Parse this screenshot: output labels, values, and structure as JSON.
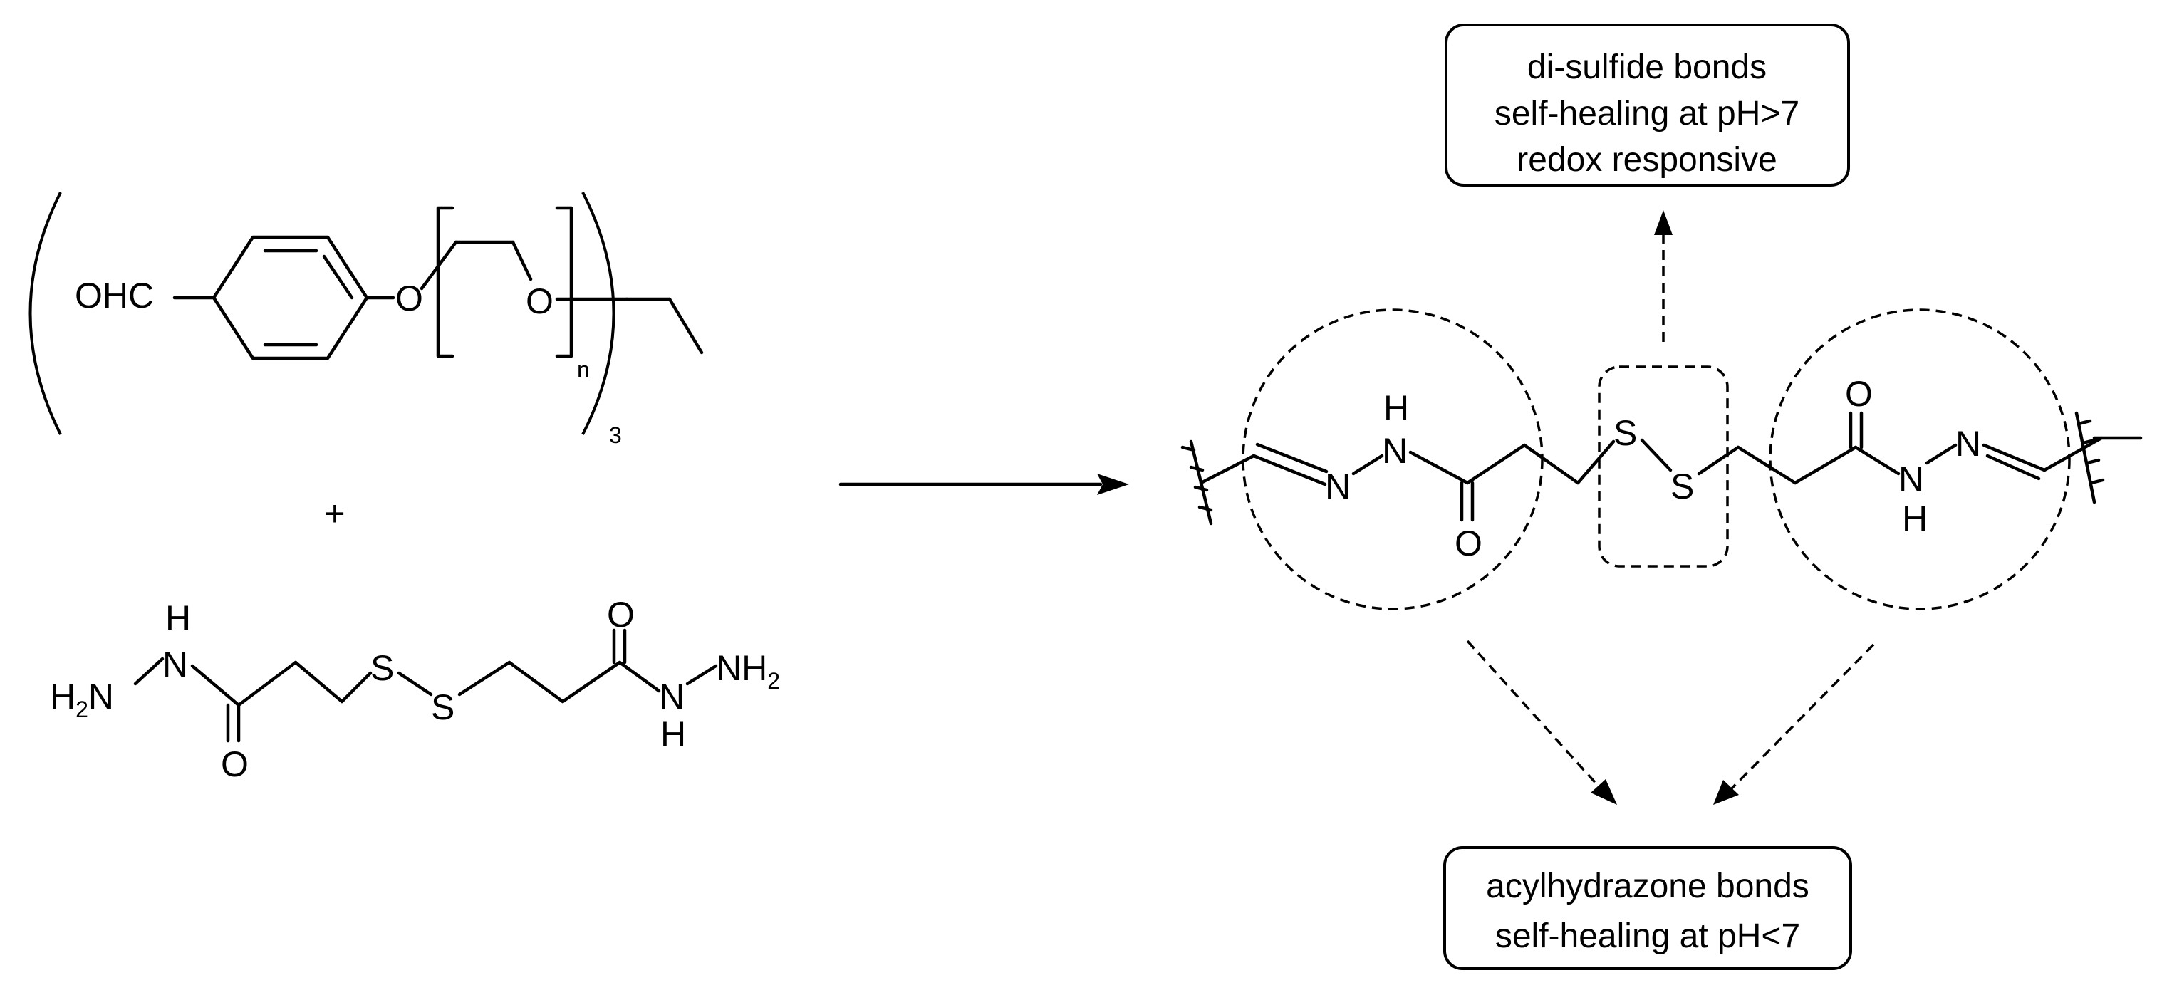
{
  "reactant1": {
    "aldehyde_label": "OHC",
    "ether_o_label": "O",
    "peg_o_label": "O",
    "repeat_subscript": "n",
    "multiplier_subscript": "3"
  },
  "plus_sign": "+",
  "reactant2": {
    "left_nh": "H",
    "left_n": "N",
    "left_h2n": "H2N",
    "left_o": "O",
    "s1": "S",
    "s2": "S",
    "right_o": "O",
    "right_n": "N",
    "right_h": "H",
    "right_nh2": "NH2"
  },
  "product": {
    "left_n_imine": "N",
    "left_nh_h": "H",
    "left_nh_n": "N",
    "left_o": "O",
    "s1": "S",
    "s2": "S",
    "right_o": "O",
    "right_n_amide": "N",
    "right_h": "H",
    "right_n_imine": "N"
  },
  "box_top": {
    "line1": "di-sulfide bonds",
    "line2": "self-healing at pH>7",
    "line3": "redox responsive"
  },
  "box_bottom": {
    "line1": "acylhydrazone bonds",
    "line2": "self-healing at pH<7"
  }
}
